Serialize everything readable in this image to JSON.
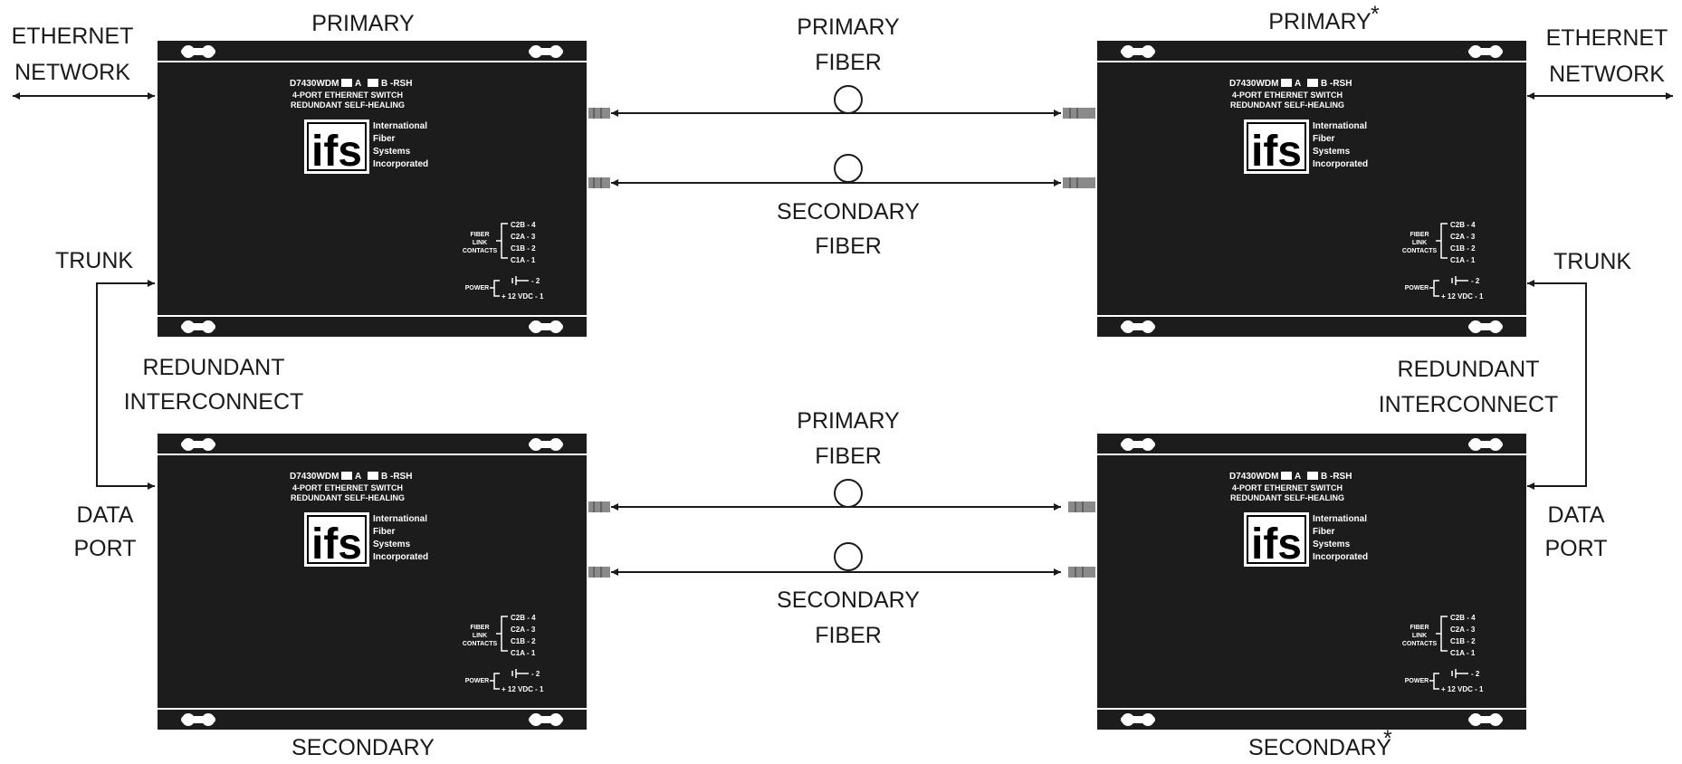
{
  "labels": {
    "left_ethernet_1": "ETHERNET",
    "left_ethernet_2": "NETWORK",
    "right_ethernet_1": "ETHERNET",
    "right_ethernet_2": "NETWORK",
    "top_left_title": "PRIMARY",
    "top_right_title": "PRIMARY",
    "asterisk": "*",
    "bottom_left_title": "SECONDARY",
    "bottom_right_title": "SECONDARY",
    "top_primary_fiber_1": "PRIMARY",
    "top_primary_fiber_2": "FIBER",
    "top_secondary_fiber_1": "SECONDARY",
    "top_secondary_fiber_2": "FIBER",
    "bottom_primary_fiber_1": "PRIMARY",
    "bottom_primary_fiber_2": "FIBER",
    "bottom_secondary_fiber_1": "SECONDARY",
    "bottom_secondary_fiber_2": "FIBER",
    "left_trunk": "TRUNK",
    "right_trunk": "TRUNK",
    "left_redundant_1": "REDUNDANT",
    "left_redundant_2": "INTERCONNECT",
    "right_redundant_1": "REDUNDANT",
    "right_redundant_2": "INTERCONNECT",
    "left_data_1": "DATA",
    "left_data_2": "PORT",
    "right_data_1": "DATA",
    "right_data_2": "PORT"
  },
  "device": {
    "model_code": "D7430WDM",
    "variant_a": "A",
    "variant_b": "B -RSH",
    "line2": "4-PORT ETHERNET SWITCH",
    "line3": "REDUNDANT SELF-HEALING",
    "logo": "ifs",
    "company": [
      "International",
      "Fiber",
      "Systems",
      "Incorporated"
    ],
    "fiber_link_label": [
      "FIBER",
      "LINK",
      "CONTACTS"
    ],
    "contacts": [
      "C2B - 4",
      "C2A - 3",
      "C1B - 2",
      "C1A - 1"
    ],
    "power_label": "POWER",
    "power_ground": "- 2",
    "power_supply": "+ 12 VDC - 1"
  },
  "colors": {
    "device_body": "#1c1c1c",
    "panel_line": "#ffffff",
    "line": "#1a1a1a",
    "connector": "#8a8a8a"
  }
}
